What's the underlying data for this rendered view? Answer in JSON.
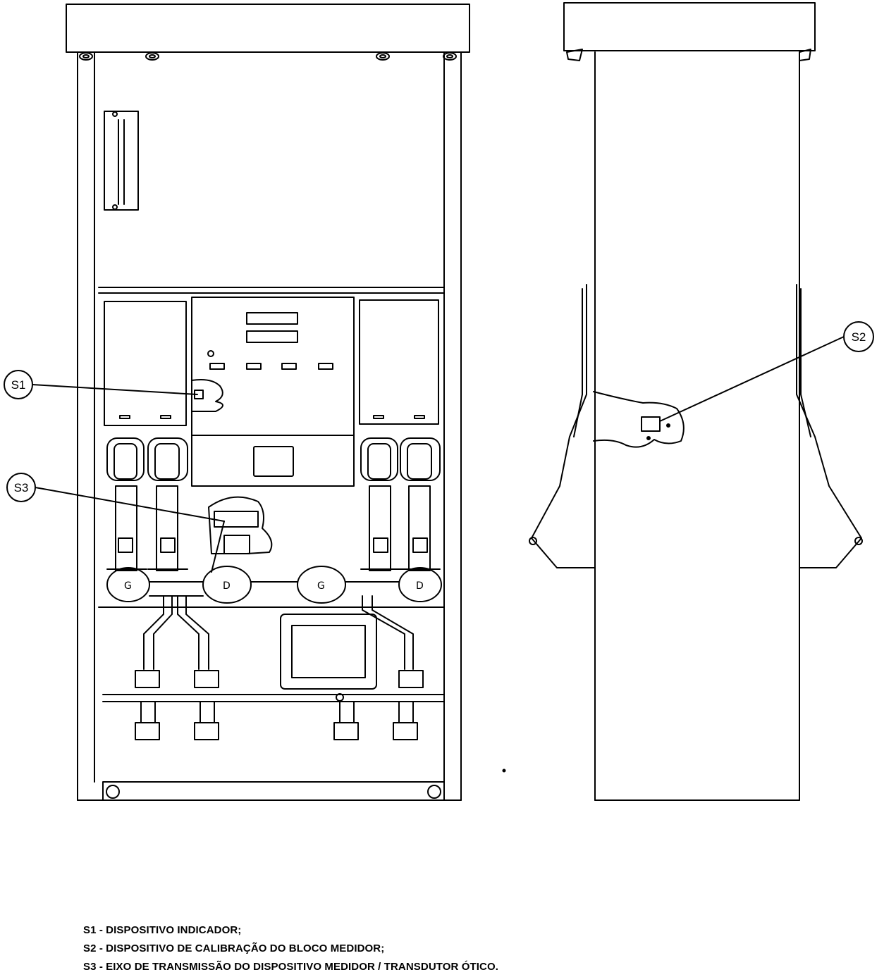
{
  "callouts": {
    "s1": "S1",
    "s2": "S2",
    "s3": "S3"
  },
  "legend": [
    "S1 - DISPOSITIVO INDICADOR;",
    "S2 - DISPOSITIVO DE CALIBRAÇÃO DO BLOCO MEDIDOR;",
    "S3 - EIXO DE TRANSMISSÃO DO DISPOSITIVO MEDIDOR / TRANSDUTOR ÓTICO."
  ],
  "colors": {
    "ink": "#000000",
    "paper": "#ffffff"
  }
}
